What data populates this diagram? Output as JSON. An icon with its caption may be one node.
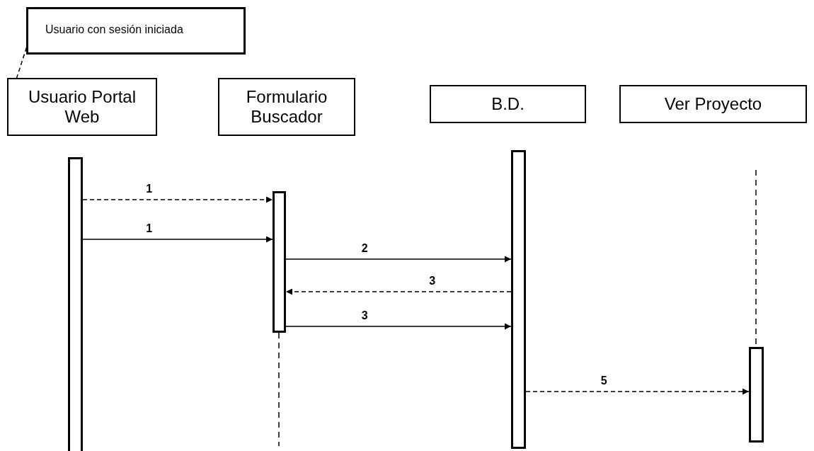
{
  "diagram": {
    "nodes": [
      {
        "text": [
          "Usuario con sesión iniciada"
        ]
      },
      {
        "text": [
          "Usuario Portal Web"
        ]
      },
      {
        "text": [
          "Formulario Buscador"
        ]
      },
      {
        "text": [
          "B.D."
        ]
      },
      {
        "text": [
          "Ver Proyecto"
        ]
      },
      {
        "text": [],
        "shape": "bar"
      },
      {
        "text": [],
        "shape": "bar"
      },
      {
        "text": [],
        "shape": "bar"
      },
      {
        "text": [],
        "shape": "bar"
      }
    ],
    "edges": [
      {
        "from": 0,
        "to": 1,
        "arrow": "none",
        "style": "dashed"
      },
      {
        "from": 5,
        "to": 6,
        "label": "1",
        "arrow": "to",
        "style": "dashed"
      },
      {
        "from": 5,
        "to": 6,
        "label": "1",
        "arrow": "to"
      },
      {
        "from": 6,
        "to": 7,
        "label": "2",
        "arrow": "to"
      },
      {
        "from": 7,
        "to": 6,
        "label": "3",
        "arrow": "to",
        "style": "dashed"
      },
      {
        "from": 6,
        "to": 7,
        "label": "3",
        "arrow": "to"
      },
      {
        "from": 7,
        "to": 8,
        "label": "5",
        "arrow": "to",
        "style": "dashed"
      }
    ]
  }
}
